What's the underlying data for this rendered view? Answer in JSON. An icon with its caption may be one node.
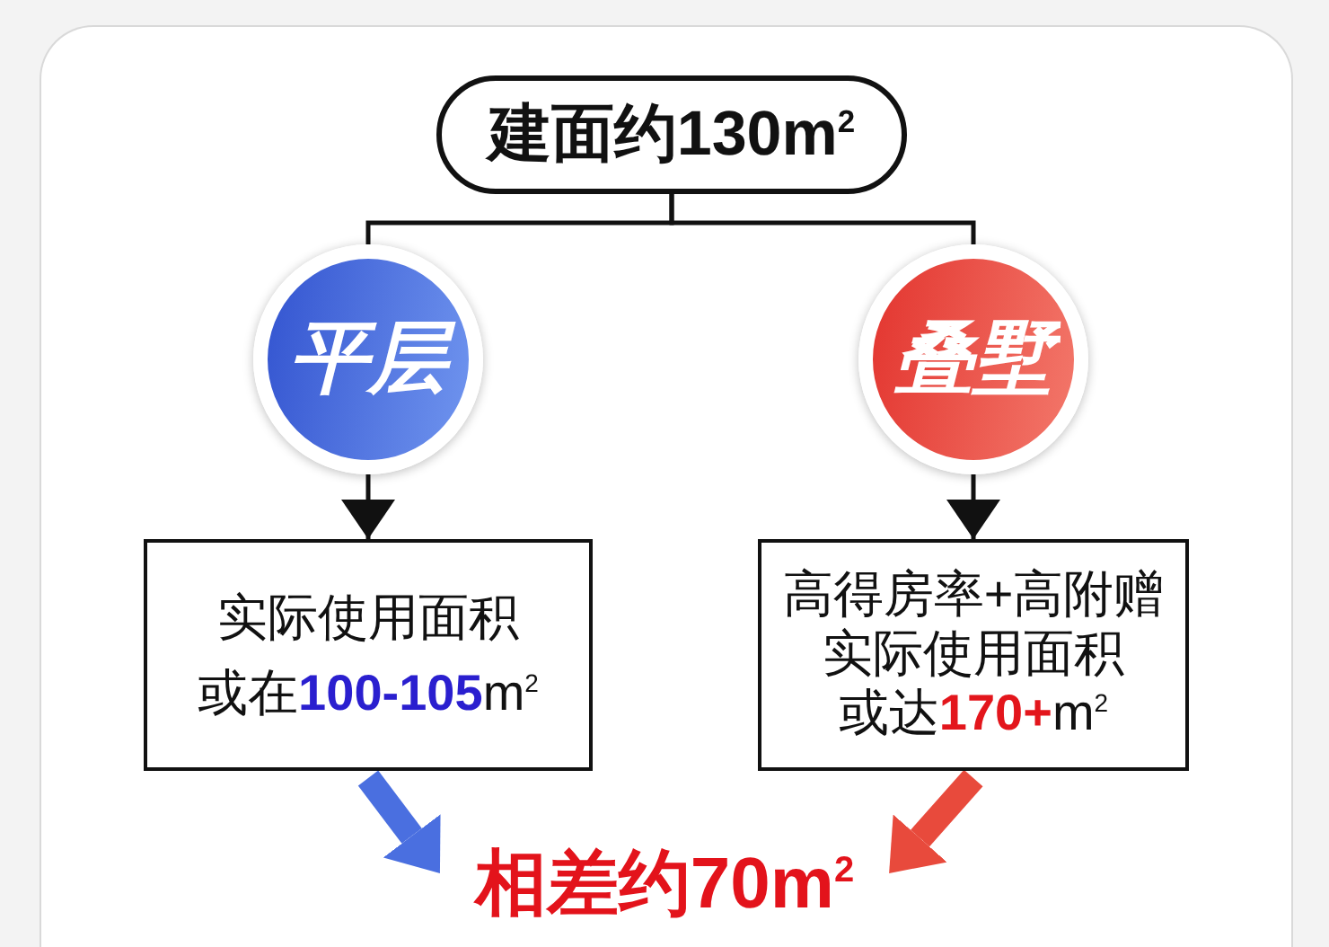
{
  "diagram": {
    "nodes": [
      {
        "text": [
          "建面约130m$^{2}$"
        ]
      },
      {
        "text": [
          "平层"
        ]
      },
      {
        "text": [
          "叠墅"
        ]
      },
      {
        "text": [
          "实际使用面积或在**100-105**m$^{2}$"
        ]
      },
      {
        "text": [
          "高得房率+高附赠实际使用面积或达**170+**m$^{2}$"
        ]
      },
      {
        "text": [
          "相差约70m$^{2}$"
        ]
      }
    ],
    "edges": [
      {
        "from": 0,
        "to": 1,
        "arrow": "none"
      },
      {
        "from": 0,
        "to": 2,
        "arrow": "none"
      },
      {
        "from": 1,
        "to": 3,
        "arrow": "to"
      },
      {
        "from": 2,
        "to": 4,
        "arrow": "to"
      },
      {
        "from": 3,
        "to": 5,
        "arrow": "to",
        "style": "thick",
        "color": "#4a6fe0"
      },
      {
        "from": 4,
        "to": 5,
        "arrow": "to",
        "style": "thick",
        "color": "#e84a3c"
      }
    ]
  }
}
